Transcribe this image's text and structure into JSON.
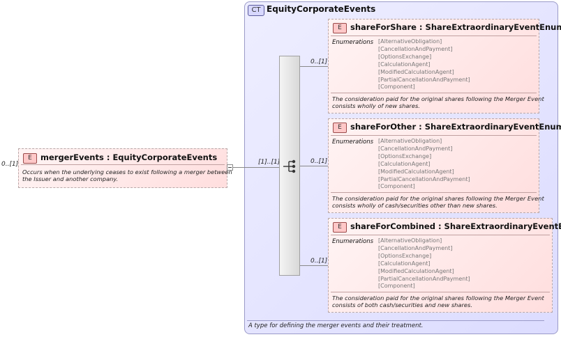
{
  "complex_type": {
    "badge": "CT",
    "name": "EquityCorporateEvents",
    "description": "A type for defining the merger events and their treatment."
  },
  "root_element": {
    "badge": "E",
    "title": "mergerEvents : EquityCorporateEvents",
    "multiplicity": "0..[1]",
    "description_lines": [
      "Occurs when the underlying ceases to exist following a merger between",
      "the Issuer and another company."
    ]
  },
  "sequence": {
    "multiplicity": "[1]..[1]"
  },
  "enumerations_label": "Enumerations",
  "children": [
    {
      "badge": "E",
      "title": "shareForShare : ShareExtraordinaryEventEnum",
      "multiplicity": "0..[1]",
      "enumerations": [
        "[AlternativeObligation]",
        "[CancellationAndPayment]",
        "[OptionsExchange]",
        "[CalculationAgent]",
        "[ModifiedCalculationAgent]",
        "[PartialCancellationAndPayment]",
        "[Component]"
      ],
      "description_lines": [
        "The consideration paid for the original shares following the Merger Event",
        "consists wholly of new shares."
      ]
    },
    {
      "badge": "E",
      "title": "shareForOther : ShareExtraordinaryEventEnum",
      "multiplicity": "0..[1]",
      "enumerations": [
        "[AlternativeObligation]",
        "[CancellationAndPayment]",
        "[OptionsExchange]",
        "[CalculationAgent]",
        "[ModifiedCalculationAgent]",
        "[PartialCancellationAndPayment]",
        "[Component]"
      ],
      "description_lines": [
        "The consideration paid for the original shares following the Merger Event",
        "consists wholly of cash/securities other than new shares."
      ]
    },
    {
      "badge": "E",
      "title": "shareForCombined : ShareExtraordinaryEventEnum",
      "multiplicity": "0..[1]",
      "enumerations": [
        "[AlternativeObligation]",
        "[CancellationAndPayment]",
        "[OptionsExchange]",
        "[CalculationAgent]",
        "[ModifiedCalculationAgent]",
        "[PartialCancellationAndPayment]",
        "[Component]"
      ],
      "description_lines": [
        "The consideration paid for the original shares following the Merger Event",
        "consists of both cash/securities and new shares."
      ]
    }
  ]
}
